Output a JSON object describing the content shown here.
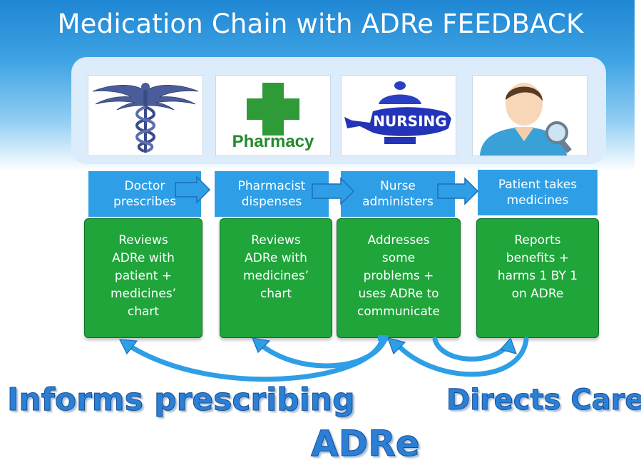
{
  "title": "Medication Chain with ADRe FEEDBACK",
  "colors": {
    "banner": "#1f86d3",
    "role_box": "#2e9fe6",
    "card": "#1fa53a",
    "arrow": "#2e9fe6",
    "caption": "#2b7fd4"
  },
  "pictures": [
    {
      "icon": "caduceus-icon"
    },
    {
      "icon": "pharmacy-cross-icon",
      "label": "Pharmacy"
    },
    {
      "icon": "nursing-lamp-icon",
      "label": "NURSING"
    },
    {
      "icon": "patient-magnifier-icon"
    }
  ],
  "roles": [
    {
      "line1": "Doctor",
      "line2": "prescribes"
    },
    {
      "line1": "Pharmacist",
      "line2": "dispenses"
    },
    {
      "line1": "Nurse",
      "line2": "administers"
    },
    {
      "line1": "Patient takes",
      "line2": "medicines"
    }
  ],
  "cards": [
    {
      "lines": [
        "Reviews",
        "ADRe with",
        "patient +",
        "medicines’",
        "chart"
      ]
    },
    {
      "lines": [
        "Reviews",
        "ADRe with",
        "medicines’",
        "chart"
      ]
    },
    {
      "lines": [
        "Addresses",
        "some",
        "problems +",
        "uses ADRe to",
        "communicate"
      ]
    },
    {
      "lines": [
        "Reports",
        "benefits +",
        "harms 1 BY 1",
        "on ADRe"
      ]
    }
  ],
  "captions": {
    "left": "Informs prescribing",
    "center": "ADRe",
    "right": "Directs Care"
  }
}
